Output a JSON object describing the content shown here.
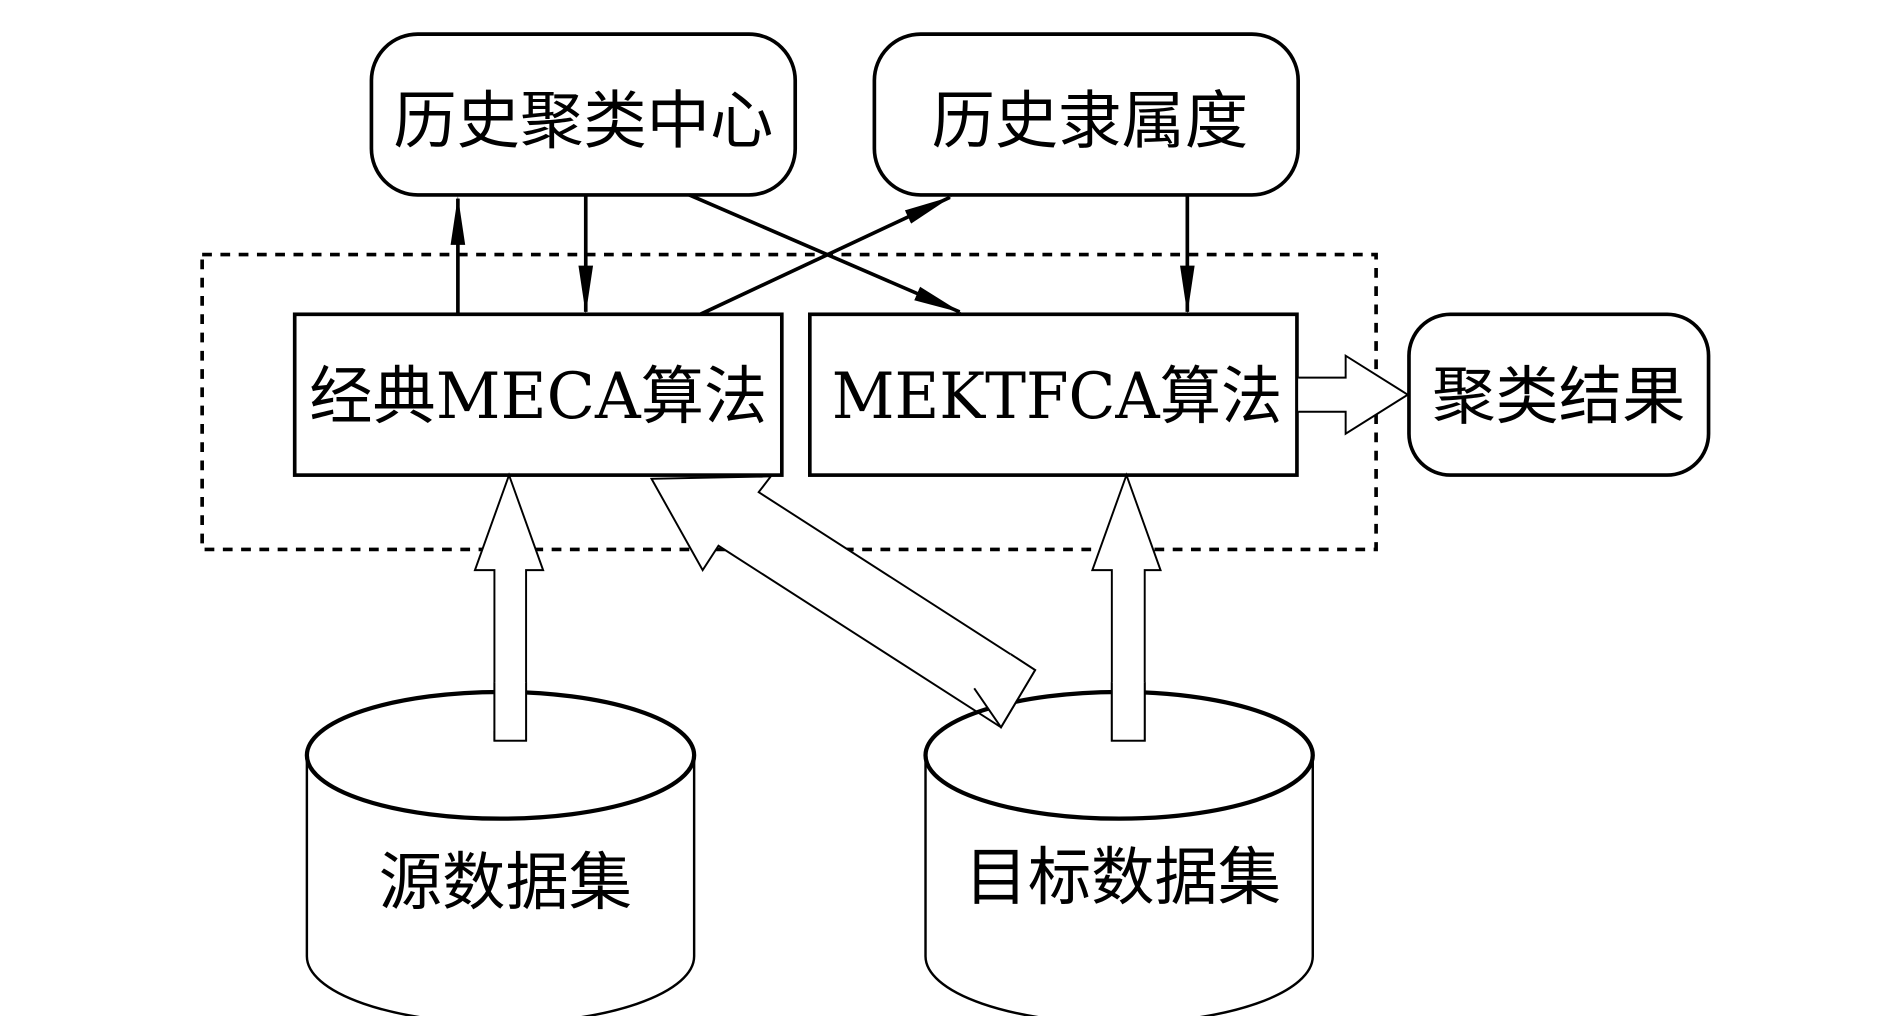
{
  "diagram": {
    "nodes": {
      "history_centers": "历史聚类中心",
      "history_membership": "历史隶属度",
      "classic_meca": "经典MECA算法",
      "mektfca": "MEKTFCA算法",
      "cluster_result": "聚类结果",
      "source_dataset": "源数据集",
      "target_dataset": "目标数据集"
    },
    "colors": {
      "stroke": "#000000",
      "background": "#ffffff"
    }
  }
}
